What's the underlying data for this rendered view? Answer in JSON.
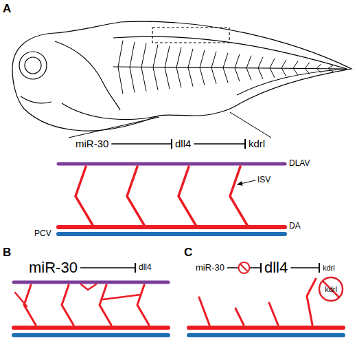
{
  "diagram": {
    "nodes": [
      {
        "text": [
          "miR-30"
        ]
      },
      {
        "text": [
          "dll4"
        ]
      },
      {
        "text": [
          "kdrl"
        ]
      },
      {
        "text": [
          "miR-30"
        ]
      },
      {
        "text": [
          "dll4"
        ]
      },
      {
        "text": [
          "miR-30"
        ]
      },
      {
        "text": [
          "dll4"
        ]
      },
      {
        "text": [
          "kdrl"
        ]
      },
      {
        "text": [
          "kdrl"
        ]
      }
    ],
    "edges": [
      {
        "from": 0,
        "to": 1,
        "arrow": "to"
      },
      {
        "from": 1,
        "to": 2,
        "arrow": "to"
      },
      {
        "from": 3,
        "to": 4,
        "arrow": "to"
      },
      {
        "from": 5,
        "to": 6,
        "arrow": "to"
      },
      {
        "from": 6,
        "to": 7,
        "arrow": "to"
      }
    ],
    "labels": [
      "A",
      "DLAV",
      "ISV",
      "DA",
      "PCV",
      "B",
      "C"
    ]
  }
}
